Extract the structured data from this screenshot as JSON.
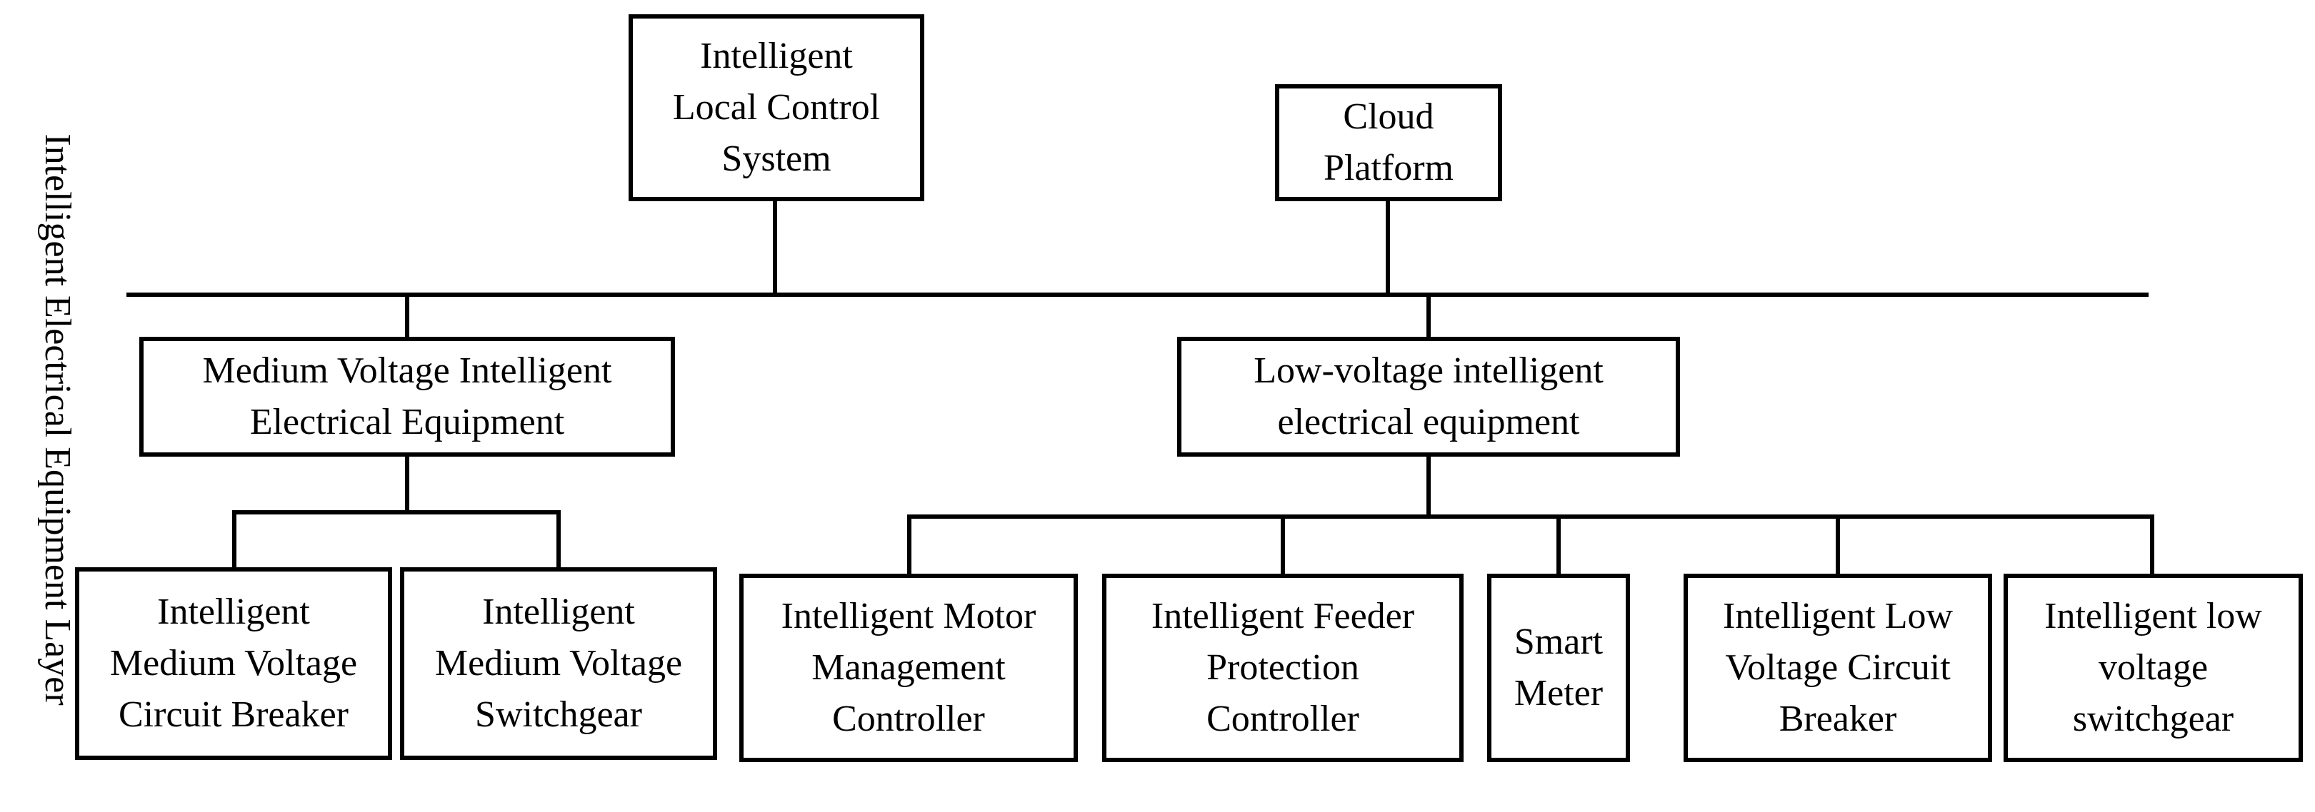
{
  "layer_label": "Intelligent Electrical Equipment Layer",
  "top_nodes": {
    "local_control": [
      "Intelligent",
      "Local Control",
      "System"
    ],
    "cloud": [
      "Cloud",
      "Platform"
    ]
  },
  "groups": {
    "medium_voltage": {
      "title": [
        "Medium Voltage Intelligent",
        "Electrical Equipment"
      ],
      "children": [
        [
          "Intelligent",
          "Medium Voltage",
          "Circuit Breaker"
        ],
        [
          "Intelligent",
          "Medium Voltage",
          "Switchgear"
        ]
      ]
    },
    "low_voltage": {
      "title": [
        "Low-voltage intelligent",
        "electrical equipment"
      ],
      "children": [
        [
          "Intelligent Motor",
          "Management",
          "Controller"
        ],
        [
          "Intelligent Feeder",
          "Protection",
          "Controller"
        ],
        [
          "Smart",
          "Meter"
        ],
        [
          "Intelligent Low",
          "Voltage Circuit",
          "Breaker"
        ],
        [
          "Intelligent low",
          "voltage",
          "switchgear"
        ]
      ]
    }
  }
}
